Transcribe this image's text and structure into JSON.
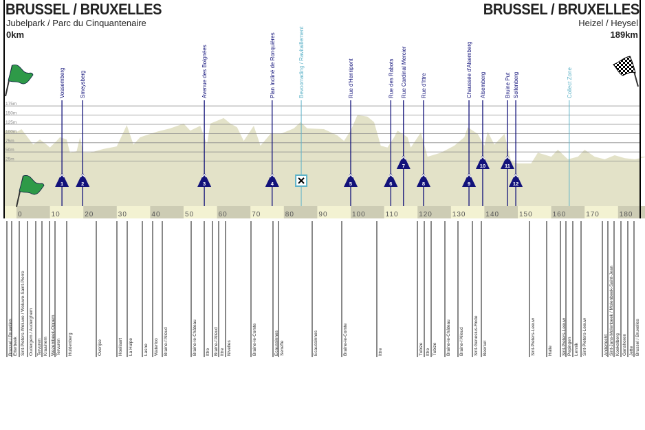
{
  "start": {
    "city": "BRUSSEL / BRUXELLES",
    "location": "Jubelpark / Parc du Cinquantenaire",
    "distance": "0km"
  },
  "finish": {
    "city": "BRUSSEL / BRUXELLES",
    "location": "Heizel / Heysel",
    "distance": "189km"
  },
  "colors": {
    "profile_fill": "#e3e2c8",
    "band_dark": "#cdccb4",
    "band_light": "#f3f2d2",
    "climb": "#12127a",
    "zone": "#5fb3c8",
    "flag_green": "#2e9a48"
  },
  "chart_data": {
    "type": "area",
    "xlabel": "",
    "ylabel": "",
    "xlim": [
      0,
      189
    ],
    "ylim": [
      0,
      175
    ],
    "grid": true,
    "y_ticks": [
      "175m",
      "150m",
      "125m",
      "100m",
      "75m",
      "50m",
      "25m"
    ],
    "y_tick_values": [
      175,
      150,
      125,
      100,
      75,
      50,
      25
    ],
    "x_ticks": [
      "0",
      "10",
      "20",
      "30",
      "40",
      "50",
      "60",
      "70",
      "80",
      "90",
      "100",
      "110",
      "120",
      "130",
      "140",
      "150",
      "160",
      "170",
      "180"
    ],
    "profile": {
      "km": [
        0,
        1.5,
        5,
        7,
        9,
        10,
        12,
        13,
        15,
        16,
        18,
        19,
        20,
        22,
        26,
        30,
        33,
        35,
        37,
        42,
        46,
        50,
        52,
        55,
        57,
        58,
        62,
        64,
        66,
        68,
        71,
        73,
        76,
        79,
        83,
        85,
        87,
        92,
        96,
        98,
        100,
        102,
        105,
        107,
        109,
        111,
        113,
        114,
        117,
        118,
        121,
        123,
        127,
        131,
        134,
        135,
        138,
        140,
        141,
        143,
        146,
        148,
        150,
        154,
        156,
        160,
        162,
        165,
        168,
        170,
        173,
        176,
        179,
        182,
        185,
        189
      ],
      "elevation_m": [
        104,
        112,
        70,
        84,
        70,
        62,
        80,
        90,
        84,
        48,
        52,
        90,
        48,
        48,
        58,
        65,
        123,
        70,
        90,
        105,
        114,
        127,
        108,
        121,
        70,
        127,
        142,
        127,
        117,
        80,
        121,
        67,
        99,
        99,
        114,
        131,
        114,
        112,
        95,
        80,
        108,
        150,
        146,
        131,
        67,
        62,
        90,
        108,
        90,
        62,
        103,
        37,
        48,
        67,
        90,
        117,
        99,
        67,
        105,
        70,
        99,
        24,
        19,
        19,
        48,
        37,
        56,
        30,
        37,
        56,
        37,
        30,
        41,
        33,
        30,
        37
      ]
    },
    "climbs": [
      {
        "number": "1",
        "name": "Vossemberg",
        "km": 13.6,
        "row": "low"
      },
      {
        "number": "2",
        "name": "Smeysberg",
        "km": 19.8,
        "row": "low"
      },
      {
        "number": "3",
        "name": "Avenue des Boignées",
        "km": 56.2,
        "row": "low"
      },
      {
        "number": "4",
        "name": "Plan Incliné de Ronquières",
        "km": 76.5,
        "row": "low"
      },
      {
        "number": "5",
        "name": "Rue d'Henripont",
        "km": 100.0,
        "row": "low"
      },
      {
        "number": "6",
        "name": "Rue des Rabots",
        "km": 112.0,
        "row": "low"
      },
      {
        "number": "7",
        "name": "Rue Cardinal Mercier",
        "km": 115.8,
        "row": "high"
      },
      {
        "number": "8",
        "name": "Rue d'Ittre",
        "km": 121.8,
        "row": "low"
      },
      {
        "number": "9",
        "name": "Chaussée d'Alsemberg",
        "km": 135.4,
        "row": "low"
      },
      {
        "number": "10",
        "name": "Alsemberg",
        "km": 139.5,
        "row": "high"
      },
      {
        "number": "11",
        "name": "Bruine Put",
        "km": 146.9,
        "row": "high"
      },
      {
        "number": "12",
        "name": "Sollenberg",
        "km": 149.4,
        "row": "low"
      }
    ],
    "zones": [
      {
        "name": "Bevoorrading / Ravitaillement",
        "km": 85.2,
        "icon": "feed-zone-icon"
      },
      {
        "name": "Collect Zone",
        "km": 165.4,
        "icon": ""
      }
    ],
    "places": [
      "Brussel / Bruxelles",
      "Etterbeek",
      "Sint-Pieters-Woluwe / Woluwe-Saint-Pierre",
      "Oudergem / Auderghem",
      "Tervuren",
      "Kraainem",
      "Wezembeek-Oppem",
      "Tervuren",
      "Huldenberg",
      "Overijse",
      "Hoeilaart",
      "La Hulpe",
      "Lasne",
      "Waterloo",
      "Braine-l'Alleud",
      "Braine-le-Château",
      "Ittre",
      "Braine-l'Alleud",
      "Ittre",
      "Nivelles",
      "Braine-le-Comte",
      "Ecaussinnes",
      "Seneffe",
      "Ecaussinnes",
      "Braine-le-Comte",
      "Ittre",
      "Tubize",
      "Ittre",
      "Tubize",
      "Braine-le-Château",
      "Braine-l'Alleud",
      "Sint-Genesius-Rode",
      "Beersel",
      "Sint-Pieters-Leeuw",
      "Halle",
      "Sint-Pieters-Leeuw",
      "Pepingen",
      "Lennik",
      "Sint-Pieters-Leeuw",
      "Anderlecht",
      "Sint-Jans-Molenbeek / Molenbeek-Saint-Jean",
      "Koekelberg",
      "Ganshoren",
      "Jette",
      "Brussel / Bruxelles"
    ]
  }
}
